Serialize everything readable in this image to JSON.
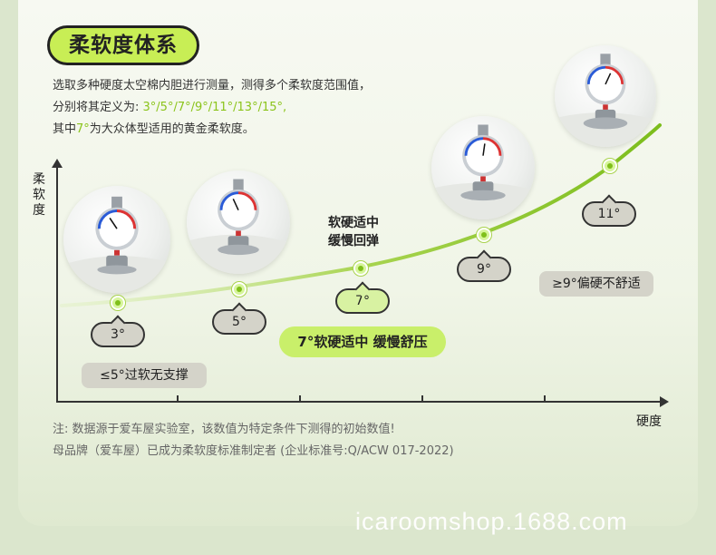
{
  "title": "柔软度体系",
  "description": {
    "line1": "选取多种硬度太空棉内胆进行测量，测得多个柔软度范围值，",
    "line2_prefix": "分别将其定义为: ",
    "line2_values": "3°/5°/7°/9°/11°/13°/15°,",
    "line3_prefix": "其中",
    "line3_highlight": "7°",
    "line3_suffix": "为大众体型适用的黄金柔软度。"
  },
  "axes": {
    "y_label": "柔软度",
    "x_label": "硬度"
  },
  "points": [
    {
      "value": "3°",
      "highlight": false
    },
    {
      "value": "5°",
      "highlight": false
    },
    {
      "value": "7°",
      "highlight": true
    },
    {
      "value": "9°",
      "highlight": false
    },
    {
      "value": "11°",
      "highlight": false
    }
  ],
  "mid_label": {
    "line1": "软硬适中",
    "line2": "缓慢回弹"
  },
  "notes": {
    "low": "≤5°过软无支撑",
    "high": "≥9°偏硬不舒适",
    "golden": "7°软硬适中 缓慢舒压"
  },
  "footnote": {
    "line1": "注: 数据源于爱车屋实验室，该数值为特定条件下测得的初始数值!",
    "line2": "母品牌（爱车屋）已成为柔软度标准制定者 (企业标准号:Q/ACW 017-2022)"
  },
  "watermark": "icaroomshop.1688.com",
  "colors": {
    "accent": "#c8ee55",
    "curve": "#8cc63f",
    "highlight_text": "#8bc41b",
    "pill_gray": "#d4d3c9"
  },
  "icons": [
    "durometer-gauge-icon"
  ]
}
